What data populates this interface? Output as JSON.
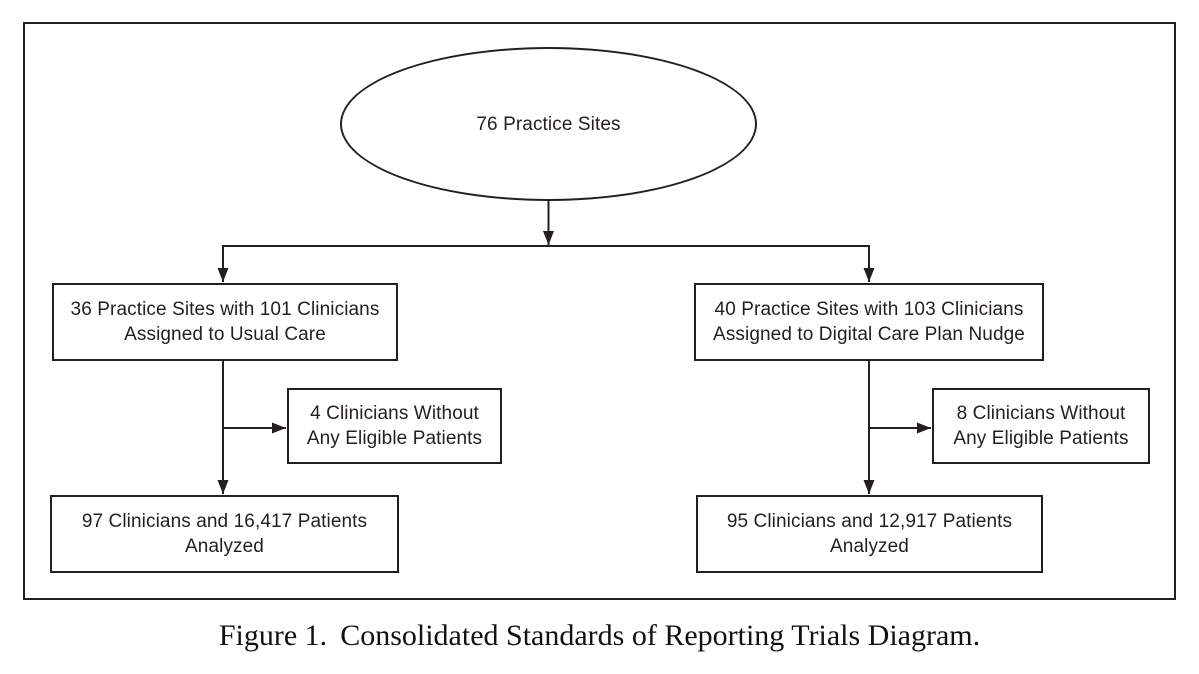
{
  "figure": {
    "caption_label": "Figure 1.",
    "caption_title": "Consolidated Standards of Reporting Trials Diagram."
  },
  "chart_data": {
    "type": "flowchart",
    "title": "Consolidated Standards of Reporting Trials Diagram",
    "total_practice_sites": 76,
    "arms": [
      {
        "name": "Usual Care",
        "practice_sites": 36,
        "clinicians_assigned": 101,
        "clinicians_without_eligible_patients": 4,
        "clinicians_analyzed": 97,
        "patients_analyzed": 16417
      },
      {
        "name": "Digital Care Plan Nudge",
        "practice_sites": 40,
        "clinicians_assigned": 103,
        "clinicians_without_eligible_patients": 8,
        "clinicians_analyzed": 95,
        "patients_analyzed": 12917
      }
    ]
  },
  "nodes": {
    "root": {
      "text": "76 Practice Sites"
    },
    "usual_care": {
      "line1": "36 Practice Sites with 101 Clinicians",
      "line2": "Assigned to Usual Care"
    },
    "nudge": {
      "line1": "40 Practice Sites with 103 Clinicians",
      "line2": "Assigned to Digital Care Plan Nudge"
    },
    "usual_care_excluded": {
      "line1": "4 Clinicians Without",
      "line2": "Any Eligible Patients"
    },
    "nudge_excluded": {
      "line1": "8 Clinicians Without",
      "line2": "Any Eligible Patients"
    },
    "usual_care_analyzed": {
      "line1": "97 Clinicians and 16,417 Patients",
      "line2": "Analyzed"
    },
    "nudge_analyzed": {
      "line1": "95 Clinicians and 12,917 Patients",
      "line2": "Analyzed"
    }
  },
  "colors": {
    "line": "#231f20",
    "background": "#ffffff"
  }
}
